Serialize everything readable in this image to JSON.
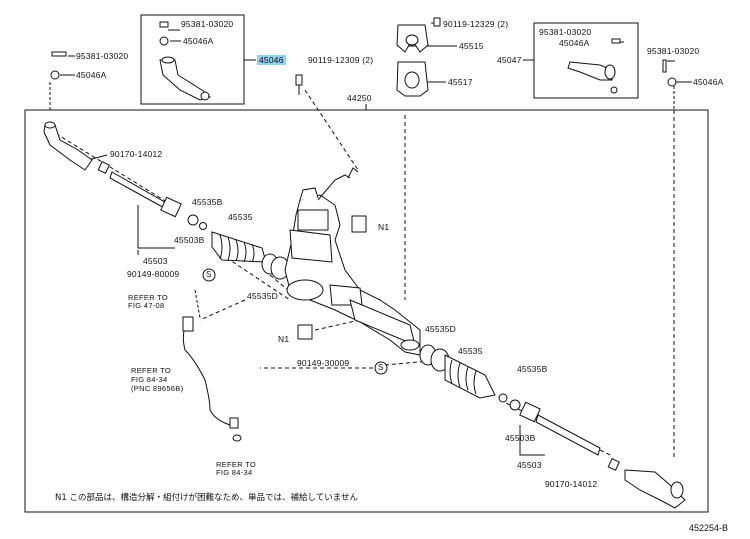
{
  "figure_id": "452254-B",
  "labels": {
    "p45046": "45046",
    "p95381_tl": "95381-03020",
    "p45046A_tl": "45046A",
    "p95381_l": "95381-03020",
    "p45046A_l": "45046A",
    "p90119_12309": "90119-12309 (2)",
    "p90119_12329": "90119-12329 (2)",
    "p45515": "45515",
    "p45517": "45517",
    "p44250": "44250",
    "p45047": "45047",
    "p95381_tr": "95381-03020",
    "p45046A_tr": "45046A",
    "p95381_r": "95381-03020",
    "p45046A_r": "45046A",
    "p90170_l": "90170-14012",
    "p45535B_l": "45535B",
    "p45535_l": "45535",
    "p45503B_l": "45503B",
    "p45503_l": "45503",
    "p90149_80009": "90149-80009",
    "p45535D_l": "45535D",
    "pN1_top": "N1",
    "pN1_mid": "N1",
    "p90149_30009": "90149-30009",
    "p45535D_r": "45535D",
    "p45535_r": "45535",
    "p45535B_r": "45535B",
    "p45503B_r": "45503B",
    "p45503_r": "45503",
    "p90170_r": "90170-14012",
    "s1": "S",
    "s2": "S"
  },
  "refs": {
    "ref1_l1": "REFER TO",
    "ref1_l2": "FIG 47-08",
    "ref2_l1": "REFER TO",
    "ref2_l2": "FIG 84-34",
    "ref2_l3": "(PNC 89656B)",
    "ref3_l1": "REFER TO",
    "ref3_l2": "FIG 84-34"
  },
  "note": "N1  この部品は、構造分解・組付けが困難なため、単品では、補給していません",
  "colors": {
    "line": "#111111",
    "highlight": "#8fd0ee"
  }
}
